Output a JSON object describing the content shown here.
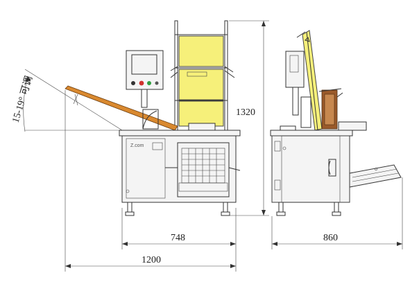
{
  "dimensions": {
    "height_label": "1320",
    "width_front_label": "748",
    "total_length_label": "1200",
    "depth_label": "860",
    "angle_label": "15-19° 可调"
  },
  "colors": {
    "line": "#333333",
    "guard": "#f6f07a",
    "chute": "#d9892f",
    "panel_red": "#d0312d",
    "panel_green": "#2e9e3f",
    "screen": "#dfe8f0"
  }
}
